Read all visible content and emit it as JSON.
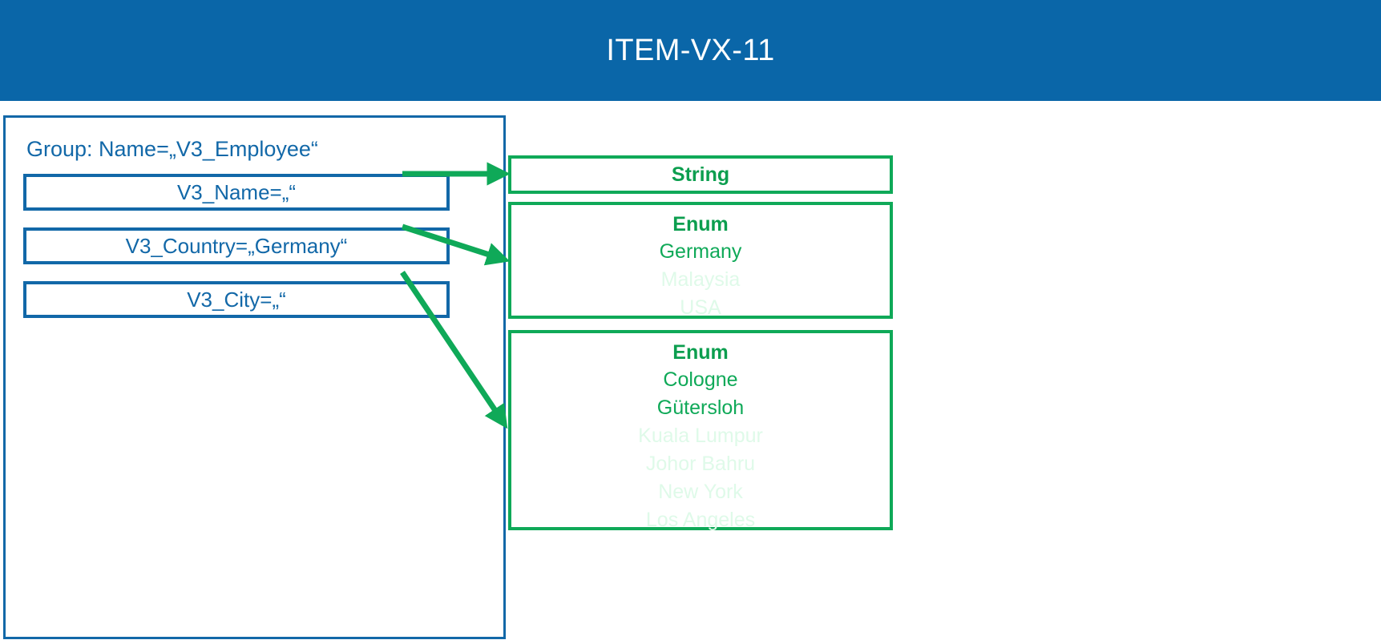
{
  "header": {
    "title": "ITEM-VX-11",
    "background_color": "#0A66A8",
    "text_color": "#FFFFFF"
  },
  "colors": {
    "header_blue": "#0A66A8",
    "panel_blue": "#1268A8",
    "accent_green": "#0FA958",
    "head_green": "#0C9E4F",
    "faded_green": "#DFFAE9",
    "background": "#FFFFFF"
  },
  "group_panel": {
    "label": "Group: Name=„V3_Employee“",
    "fields": [
      {
        "name": "v3-name",
        "text": "V3_Name=„“"
      },
      {
        "name": "v3-country",
        "text": "V3_Country=„Germany“"
      },
      {
        "name": "v3-city",
        "text": "V3_City=„“"
      }
    ]
  },
  "type_boxes": [
    {
      "name": "string-type",
      "head": "String",
      "items": []
    },
    {
      "name": "country-enum-type",
      "head": "Enum",
      "items": [
        {
          "label": "Germany",
          "state": "active"
        },
        {
          "label": "Malaysia",
          "state": "faded"
        },
        {
          "label": "USA",
          "state": "faded"
        }
      ]
    },
    {
      "name": "city-enum-type",
      "head": "Enum",
      "items": [
        {
          "label": "Cologne",
          "state": "active"
        },
        {
          "label": "Gütersloh",
          "state": "active"
        },
        {
          "label": "Kuala Lumpur",
          "state": "faded"
        },
        {
          "label": "Johor Bahru",
          "state": "faded"
        },
        {
          "label": "New York",
          "state": "faded"
        },
        {
          "label": "Los Angeles",
          "state": "faded"
        }
      ]
    }
  ],
  "connectors": [
    {
      "name": "arrow-name-to-string",
      "from": "v3-name",
      "to": "string-type"
    },
    {
      "name": "arrow-country-to-enum",
      "from": "v3-country",
      "to": "country-enum-type"
    },
    {
      "name": "arrow-city-to-enum",
      "from": "v3-city",
      "to": "city-enum-type"
    }
  ]
}
